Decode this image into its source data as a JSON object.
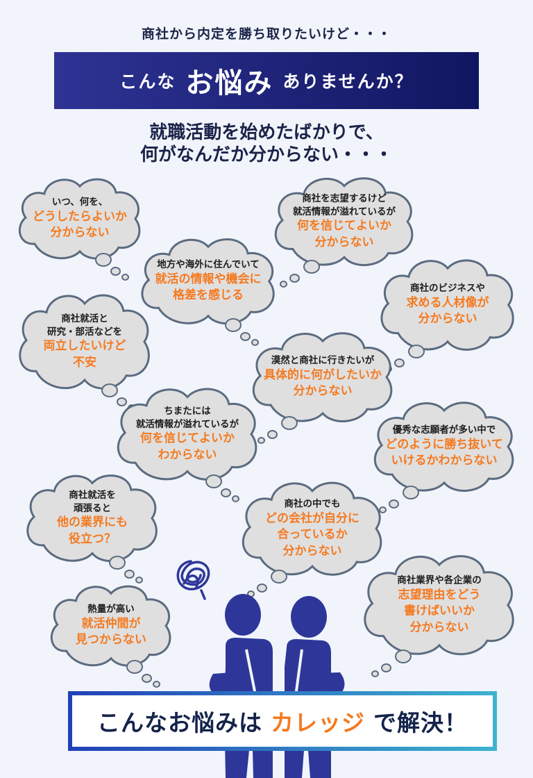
{
  "header": {
    "lead": "商社から内定を勝ち取りたいけど・・・",
    "banner_pre": "こんな",
    "banner_big": "お悩み",
    "banner_post": "ありませんか？",
    "sub_line1": "就職活動を始めたばかりで、",
    "sub_line2": "何がなんだか分からない・・・"
  },
  "clouds": [
    {
      "black": [
        "いつ、何を、"
      ],
      "orange": [
        "どうしたらよいか",
        "分からない"
      ]
    },
    {
      "black": [
        "商社を志望するけど",
        "就活情報が溢れているが"
      ],
      "orange": [
        "何を信じてよいか",
        "分からない"
      ]
    },
    {
      "black": [
        "地方や海外に住んでいて"
      ],
      "orange": [
        "就活の情報や機会に",
        "格差を感じる"
      ]
    },
    {
      "black": [
        "商社のビジネスや"
      ],
      "orange": [
        "求める人材像が",
        "分からない"
      ]
    },
    {
      "black": [
        "商社就活と",
        "研究・部活などを"
      ],
      "orange": [
        "両立したいけど",
        "不安"
      ]
    },
    {
      "black": [
        "漠然と商社に行きたいが"
      ],
      "orange": [
        "具体的に何がしたいか",
        "分からない"
      ]
    },
    {
      "black": [
        "ちまたには",
        "就活情報が溢れているが"
      ],
      "orange": [
        "何を信じてよいか",
        "わからない"
      ]
    },
    {
      "black": [
        "優秀な志願者が多い中で"
      ],
      "orange": [
        "どのように勝ち抜いて",
        "いけるかわからない"
      ]
    },
    {
      "black": [
        "商社就活を",
        "頑張ると"
      ],
      "orange": [
        "他の業界にも",
        "役立つ？"
      ]
    },
    {
      "black": [
        "商社の中でも"
      ],
      "orange": [
        "どの会社が自分に",
        "合っているか",
        "分からない"
      ]
    },
    {
      "black": [
        "商社業界や各企業の"
      ],
      "orange": [
        "志望理由をどう",
        "書けばいいか",
        "分からない"
      ]
    },
    {
      "black": [
        "熱量が高い"
      ],
      "orange": [
        "就活仲間が",
        "見つからない"
      ]
    }
  ],
  "footer": {
    "pre": "こんなお悩みは",
    "brand": "カレッジ",
    "post": "で解決！"
  },
  "colors": {
    "navy": "#111660",
    "orange": "#f47a20",
    "figure": "#2e3799"
  }
}
